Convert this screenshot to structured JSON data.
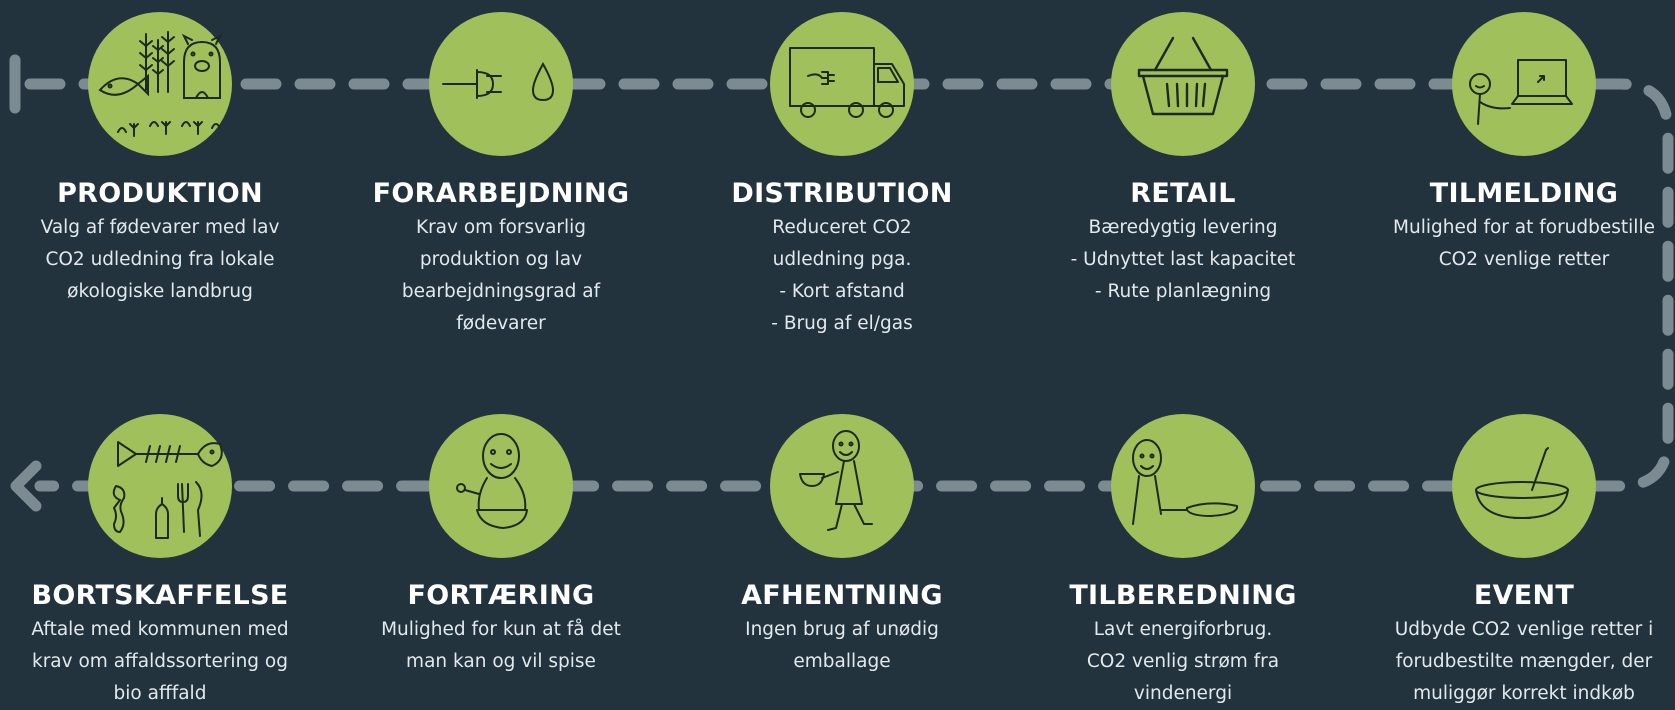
{
  "stages": [
    {
      "id": "produktion",
      "title": "PRODUKTION",
      "icon": "fish-plants-pig-icon",
      "lines": [
        "Valg af fødevarer med lav",
        "CO2 udledning fra lokale",
        "økologiske landbrug"
      ]
    },
    {
      "id": "forarbejdning",
      "title": "FORARBEJDNING",
      "icon": "plug-drop-icon",
      "lines": [
        "Krav om forsvarlig",
        "produktion og lav",
        "bearbejdningsgrad af",
        "fødevarer"
      ]
    },
    {
      "id": "distribution",
      "title": "DISTRIBUTION",
      "icon": "electric-truck-icon",
      "lines": [
        "Reduceret CO2",
        "udledning pga.",
        "- Kort afstand",
        "- Brug af el/gas"
      ]
    },
    {
      "id": "retail",
      "title": "RETAIL",
      "icon": "shopping-basket-icon",
      "lines": [
        "Bæredygtig levering",
        "- Udnyttet last kapacitet",
        "- Rute planlægning"
      ]
    },
    {
      "id": "tilmelding",
      "title": "TILMELDING",
      "icon": "person-laptop-icon",
      "lines": [
        "Mulighed for at forudbestille",
        "CO2 venlige retter"
      ]
    },
    {
      "id": "bortskaffelse",
      "title": "BORTSKAFFELSE",
      "icon": "waste-icon",
      "lines": [
        "Aftale med kommunen med",
        "krav om affaldssortering og",
        "bio afffald"
      ]
    },
    {
      "id": "fortaering",
      "title": "FORTÆRING",
      "icon": "person-eating-icon",
      "lines": [
        "Mulighed for kun at få det",
        "man kan og vil spise"
      ]
    },
    {
      "id": "afhentning",
      "title": "AFHENTNING",
      "icon": "person-walking-bowl-icon",
      "lines": [
        "Ingen brug af unødig",
        "emballage"
      ]
    },
    {
      "id": "tilberedning",
      "title": "TILBEREDNING",
      "icon": "person-frying-pan-icon",
      "lines": [
        "Lavt energiforbrug.",
        "CO2 venlig strøm fra",
        "vindenergi"
      ]
    },
    {
      "id": "event",
      "title": "EVENT",
      "icon": "bowl-spoon-icon",
      "lines": [
        "Udbyde CO2 venlige retter i",
        "forudbestilte mængder, der",
        "muliggør korrekt indkøb"
      ]
    }
  ],
  "colors": {
    "background": "#22333d",
    "circle": "#9fc05a",
    "dash": "#7c8a92",
    "sketch": "#1d2a22"
  }
}
